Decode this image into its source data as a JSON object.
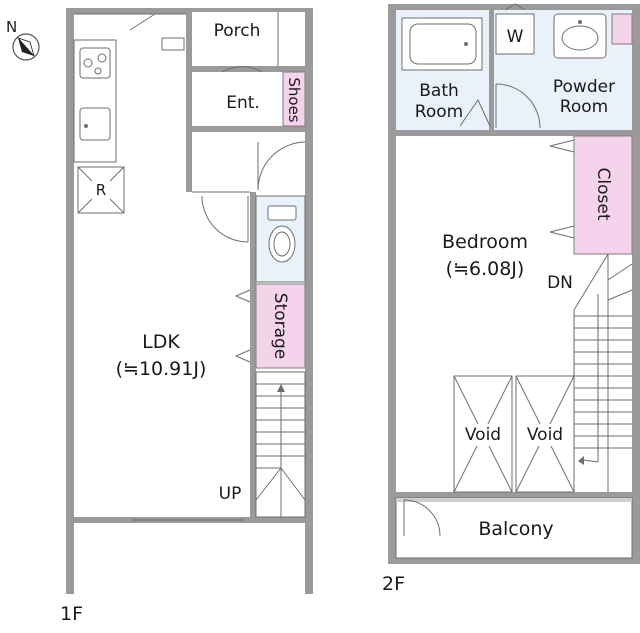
{
  "compass": {
    "north_label": "N"
  },
  "floor1": {
    "floor_label": "1F",
    "rooms": {
      "porch": "Porch",
      "entrance": "Ent.",
      "shoes": "Shoes",
      "refrigerator": "R",
      "storage": "Storage",
      "ldk": "LDK",
      "ldk_size": "(≒10.91J)",
      "stairs_up": "UP"
    }
  },
  "floor2": {
    "floor_label": "2F",
    "rooms": {
      "washer": "W",
      "bath_line1": "Bath",
      "bath_line2": "Room",
      "powder_line1": "Powder",
      "powder_line2": "Room",
      "closet": "Closet",
      "bedroom": "Bedroom",
      "bedroom_size": "(≒6.08J)",
      "stairs_down": "DN",
      "void_left": "Void",
      "void_right": "Void",
      "balcony": "Balcony"
    }
  },
  "colors": {
    "wall": "#9a9a9a",
    "storage_fill": "#f6d3ec",
    "wet_area_fill": "#e9f1fb"
  }
}
